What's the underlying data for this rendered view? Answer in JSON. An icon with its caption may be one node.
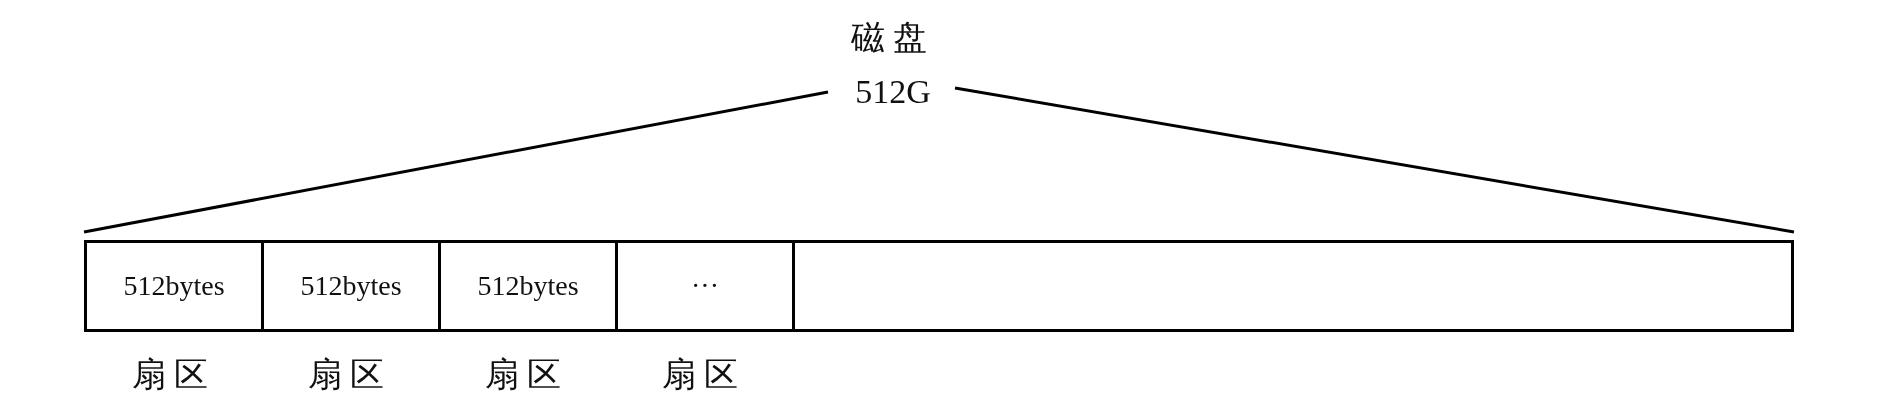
{
  "diagram": {
    "nodes": [
      {
        "text": [],
        "shape": "bar",
        "beside": [
          "磁盘",
          "512G"
        ]
      },
      {
        "text": [
          "512bytes"
        ],
        "in": 0,
        "beside": [
          "扇区"
        ]
      },
      {
        "text": [
          "512bytes"
        ],
        "in": 0,
        "beside": [
          "扇区"
        ]
      },
      {
        "text": [
          "512bytes"
        ],
        "in": 0,
        "beside": [
          "扇区"
        ]
      },
      {
        "text": [
          "···"
        ],
        "in": 0,
        "beside": [
          "扇区"
        ]
      },
      {
        "text": [],
        "shape": "box",
        "in": 0
      }
    ]
  }
}
